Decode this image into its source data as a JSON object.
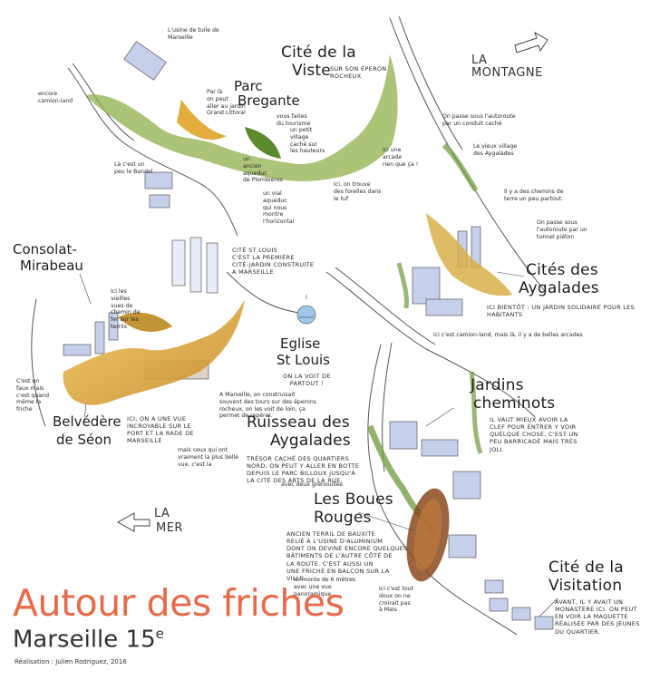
{
  "title": "Autour des friches",
  "subtitle_main": "Marseille 15",
  "subtitle_sup": "e",
  "credit": "Réalisation : Julien Rodriguez, 2016",
  "directions": {
    "north": "LA MONTAGNE",
    "south_line1": "LA",
    "south_line2": "MER"
  },
  "places": {
    "cite_viste_1": "Cité de la",
    "cite_viste_2": "Viste",
    "cite_viste_note": "SUR SON ÉPERON\nROCHEUX",
    "parc_1": "Parc",
    "parc_2": "Bregante",
    "consolat_1": "Consolat-",
    "consolat_2": "Mirabeau",
    "eglise_1": "Eglise",
    "eglise_2": "St Louis",
    "eglise_note": "ON LA VOIT DE\nPARTOUT !",
    "aygalades_1": "Cités des",
    "aygalades_2": "Aygalades",
    "aygalades_note": "ICI BIENTÔT : UN JARDIN SOLIDAIRE POUR LES HABITANTS",
    "jardins_1": "Jardins",
    "jardins_2": "cheminots",
    "jardins_note": "IL VAUT MIEUX AVOIR LA\nCLEF POUR ENTRER Y VOIR\nQUELQUE CHOSE, C'EST UN\nPEU BARRICADÉ MAIS TRÈS\nJOLI.",
    "belvedere_1": "Belvédère",
    "belvedere_2": "de Séon",
    "belvedere_note": "ICI, ON A UNE VUE\nINCROYABLE SUR LE\nPORT ET LA RADE DE\nMARSEILLE",
    "ruisseau_1": "Ruisseau des",
    "ruisseau_2": "Aygalades",
    "ruisseau_note": "TRÉSOR CACHÉ DES QUARTIERS\nNORD, ON PEUT Y ALLER EN BOTTE\nDEPUIS LE PARC BILLOUX JUSQU'À\nLA CITÉ DES ARTS DE LA RUE.",
    "boues_1": "Les Boues",
    "boues_2": "Rouges",
    "boues_note": "ANCIEN TERRIL DE BAUXITE\nRELIÉ À L'USINE D'ALUMINIUM\nDONT ON DEVINE ENCORE QUELQUES\nBÂTIMENTS DE L'AUTRE CÔTÉ DE\nLA ROUTE. C'EST AUSSI UN\nUNE FRICHE EN BALCON SUR LA\nVILLE.",
    "visitation_1": "Cité de la",
    "visitation_2": "Visitation",
    "visitation_note": "AVANT, IL Y AVAIT UN\nMONASTÈRE ICI. ON PEUT\nEN VOIR LA MAQUETTE\nRÉALISÉE PAR DES JEUNES\nDU QUARTIER."
  },
  "notes": {
    "tuile": "L'usine de tuile de\nMarseille",
    "camion": "encore\ncamion-land",
    "jardin": "Par là\non peut\naller au jardin\nGrand Littoral",
    "bandol": "Là c'est un\npeu le Bandol",
    "viaduc": "un\nancien\naqueduc\nde Plombières",
    "vial": "un vial\naqueduc\nqui nous\nmontre\nl'horizontal",
    "stlouis": "CITÉ ST LOUIS\nC'EST LA PREMIÈRE\nCITÉ-JARDIN CONSTRUITE\nA MARSEILLE",
    "vallee": "Ici les\nvieilles\nvues de\nchemin de\nfer sur les\nterrils",
    "friche": "C'est un\nfaux mais\nc'est quand\nmême la\nfriche",
    "marseille": "A Marseille, on construisait\nsouvent des tours sur des éperons\nrocheux, on les voit de loin, ça\npermet de repérer.",
    "blocs": "mais ceux qui ont\nvraiment la plus belle\nvue, c'est la",
    "tourisme": "vous faites\ndu tourisme",
    "village": "un petit\nvillage\ncaché sur\nles hauteurs",
    "foreles": "Ici, on trouve\ndes forelles dans\nle tuf",
    "arcade": "ici une\narcade\nrien que ça !",
    "autoroute": "On passe sous l'autoroute\npar un conduit caché",
    "vieux": "Le vieux village\ndes Aygalades",
    "chemins": "Il y a des chemins de\nterre un peu partout.",
    "tunnel": "On passe sous\nl'autoroute par un\ntunnel piéton",
    "camionland": "ici c'est camion-land, mais là, il y a de belles arcades",
    "grenouilles": "avec deux grenouilles",
    "belvedere2": "Ici monte de 6 mètres\navec une vue\npanoramique",
    "fait": "Ici c'est tout\ndoux on ne\ncroirait pas\nà Mais"
  },
  "colors": {
    "title": "#e86a4a",
    "green": "#6e9a3a",
    "ochre": "#d8a23a",
    "brown": "#8a4a1e",
    "blue": "#b9c6e6"
  }
}
